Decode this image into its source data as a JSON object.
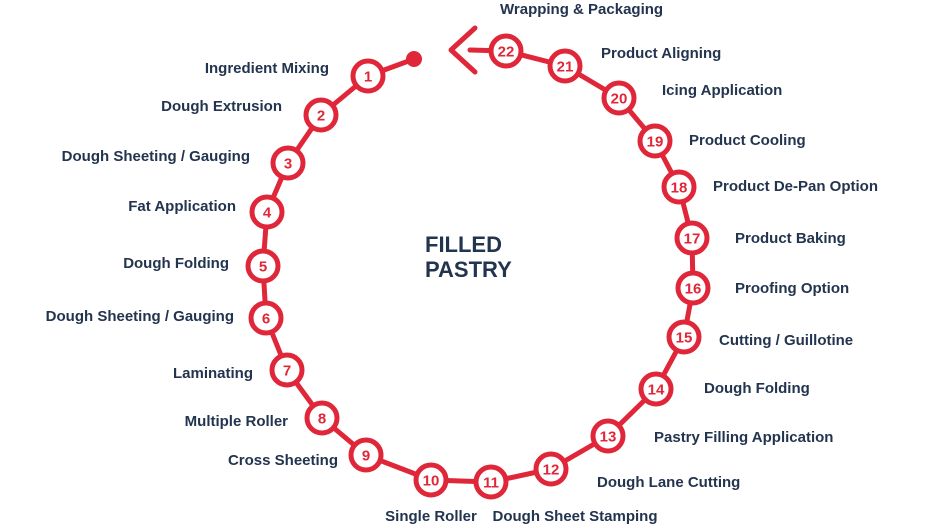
{
  "title": {
    "line1": "FILLED",
    "line2": "PASTRY"
  },
  "colors": {
    "accent": "#e0273a",
    "text": "#23344f",
    "fill": "#ffffff"
  },
  "steps": [
    {
      "number": "1",
      "label": "Ingredient Mixing"
    },
    {
      "number": "2",
      "label": "Dough Extrusion"
    },
    {
      "number": "3",
      "label": "Dough Sheeting / Gauging"
    },
    {
      "number": "4",
      "label": "Fat Application"
    },
    {
      "number": "5",
      "label": "Dough Folding"
    },
    {
      "number": "6",
      "label": "Dough Sheeting / Gauging"
    },
    {
      "number": "7",
      "label": "Laminating"
    },
    {
      "number": "8",
      "label": "Multiple Roller"
    },
    {
      "number": "9",
      "label": "Cross Sheeting"
    },
    {
      "number": "10",
      "label": "Single Roller"
    },
    {
      "number": "11",
      "label": "Dough Sheet Stamping"
    },
    {
      "number": "12",
      "label": "Dough Lane Cutting"
    },
    {
      "number": "13",
      "label": "Pastry Filling Application"
    },
    {
      "number": "14",
      "label": "Dough Folding"
    },
    {
      "number": "15",
      "label": "Cutting / Guillotine"
    },
    {
      "number": "16",
      "label": "Proofing Option"
    },
    {
      "number": "17",
      "label": "Product Baking"
    },
    {
      "number": "18",
      "label": "Product De-Pan Option"
    },
    {
      "number": "19",
      "label": "Product Cooling"
    },
    {
      "number": "20",
      "label": "Icing Application"
    },
    {
      "number": "21",
      "label": "Product Aligning"
    },
    {
      "number": "22",
      "label": "Wrapping & Packaging"
    }
  ]
}
